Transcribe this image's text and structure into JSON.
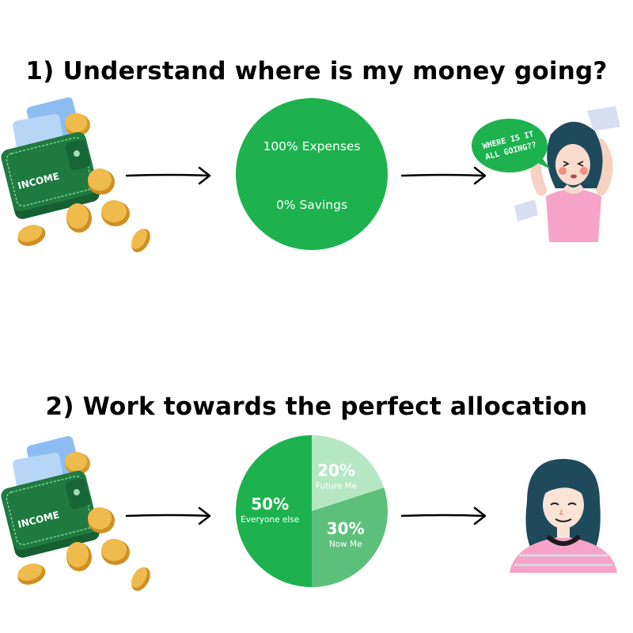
{
  "section1": {
    "heading": "1) Understand where is my money going?",
    "wallet_label": "INCOME",
    "circle": {
      "line1": "100% Expenses",
      "line2": "0% Savings"
    },
    "speech_bubble": {
      "line1": "WHERE IS IT",
      "line2": "ALL GOING??"
    }
  },
  "section2": {
    "heading": "2) Work towards the perfect allocation",
    "wallet_label": "INCOME"
  },
  "chart_data": {
    "type": "pie",
    "slices": [
      {
        "label": "Everyone else",
        "value": 50,
        "value_text": "50%",
        "color": "#1db24e"
      },
      {
        "label": "Future Me",
        "value": 20,
        "value_text": "20%",
        "color": "#b5e8c2"
      },
      {
        "label": "Now Me",
        "value": 30,
        "value_text": "30%",
        "color": "#5cc07a"
      }
    ]
  },
  "colors": {
    "green": "#1db24e",
    "wallet_green": "#1f7a3f",
    "coin": "#e0a93a",
    "shirt_pink": "#f6a3c7",
    "hair": "#1e4a5c"
  }
}
